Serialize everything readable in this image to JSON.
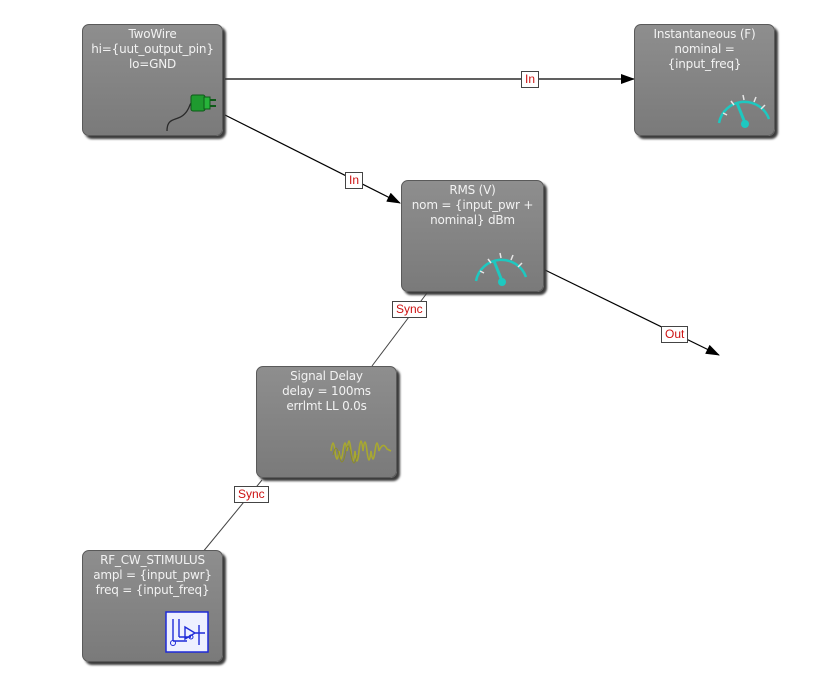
{
  "colors": {
    "node_fill": "#858585",
    "node_text": "#f2f2f2",
    "tag_text": "#cc1111",
    "gauge": "#1ec8c0",
    "plug": "#1f9a2f",
    "wave": "#a8a830",
    "stimulus": "#1e2ad8"
  },
  "nodes": {
    "twowire": {
      "lines": [
        "TwoWire",
        "hi={uut_output_pin}",
        "lo=GND"
      ],
      "icon": "plug-icon"
    },
    "instantaneous": {
      "lines": [
        "Instantaneous (F)",
        "nominal =",
        "{input_freq}"
      ],
      "icon": "gauge-icon"
    },
    "rms": {
      "lines": [
        "RMS (V)",
        "nom = {input_pwr +",
        "nominal} dBm"
      ],
      "icon": "gauge-icon"
    },
    "delay": {
      "lines": [
        "Signal Delay",
        "delay = 100ms",
        "errlmt LL 0.0s"
      ],
      "icon": "waveform-icon"
    },
    "stimulus": {
      "lines": [
        "RF_CW_STIMULUS",
        "ampl = {input_pwr}",
        "freq = {input_freq}"
      ],
      "icon": "signal-source-icon"
    }
  },
  "connections": {
    "twowire_to_instantaneous": "In",
    "twowire_to_rms": "In",
    "rms_out": "Out",
    "delay_to_rms": "Sync",
    "stimulus_to_delay": "Sync"
  }
}
